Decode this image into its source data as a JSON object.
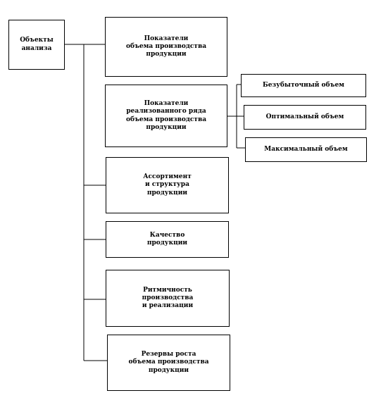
{
  "diagram": {
    "root": {
      "label": "Объекты\nанализа"
    },
    "nodes": [
      {
        "id": "volume",
        "label": "Показатели\nобъема производства\nпродукции"
      },
      {
        "id": "sales",
        "label": "Показатели\nреализованного ряда\nобъема производства\nпродукции"
      },
      {
        "id": "assortment",
        "label": "Ассортимент\nи структура\nпродукции"
      },
      {
        "id": "quality",
        "label": "Качество\nпродукции"
      },
      {
        "id": "rhythm",
        "label": "Ритмичность\nпроизводства\nи реализации"
      },
      {
        "id": "reserves",
        "label": "Резервы роста\nобъема производства\nпродукции"
      }
    ],
    "sub_nodes": [
      {
        "id": "breakeven",
        "label": "Безубыточный объем"
      },
      {
        "id": "optimal",
        "label": "Оптимальный объем"
      },
      {
        "id": "maximal",
        "label": "Максимальный объем"
      }
    ]
  }
}
